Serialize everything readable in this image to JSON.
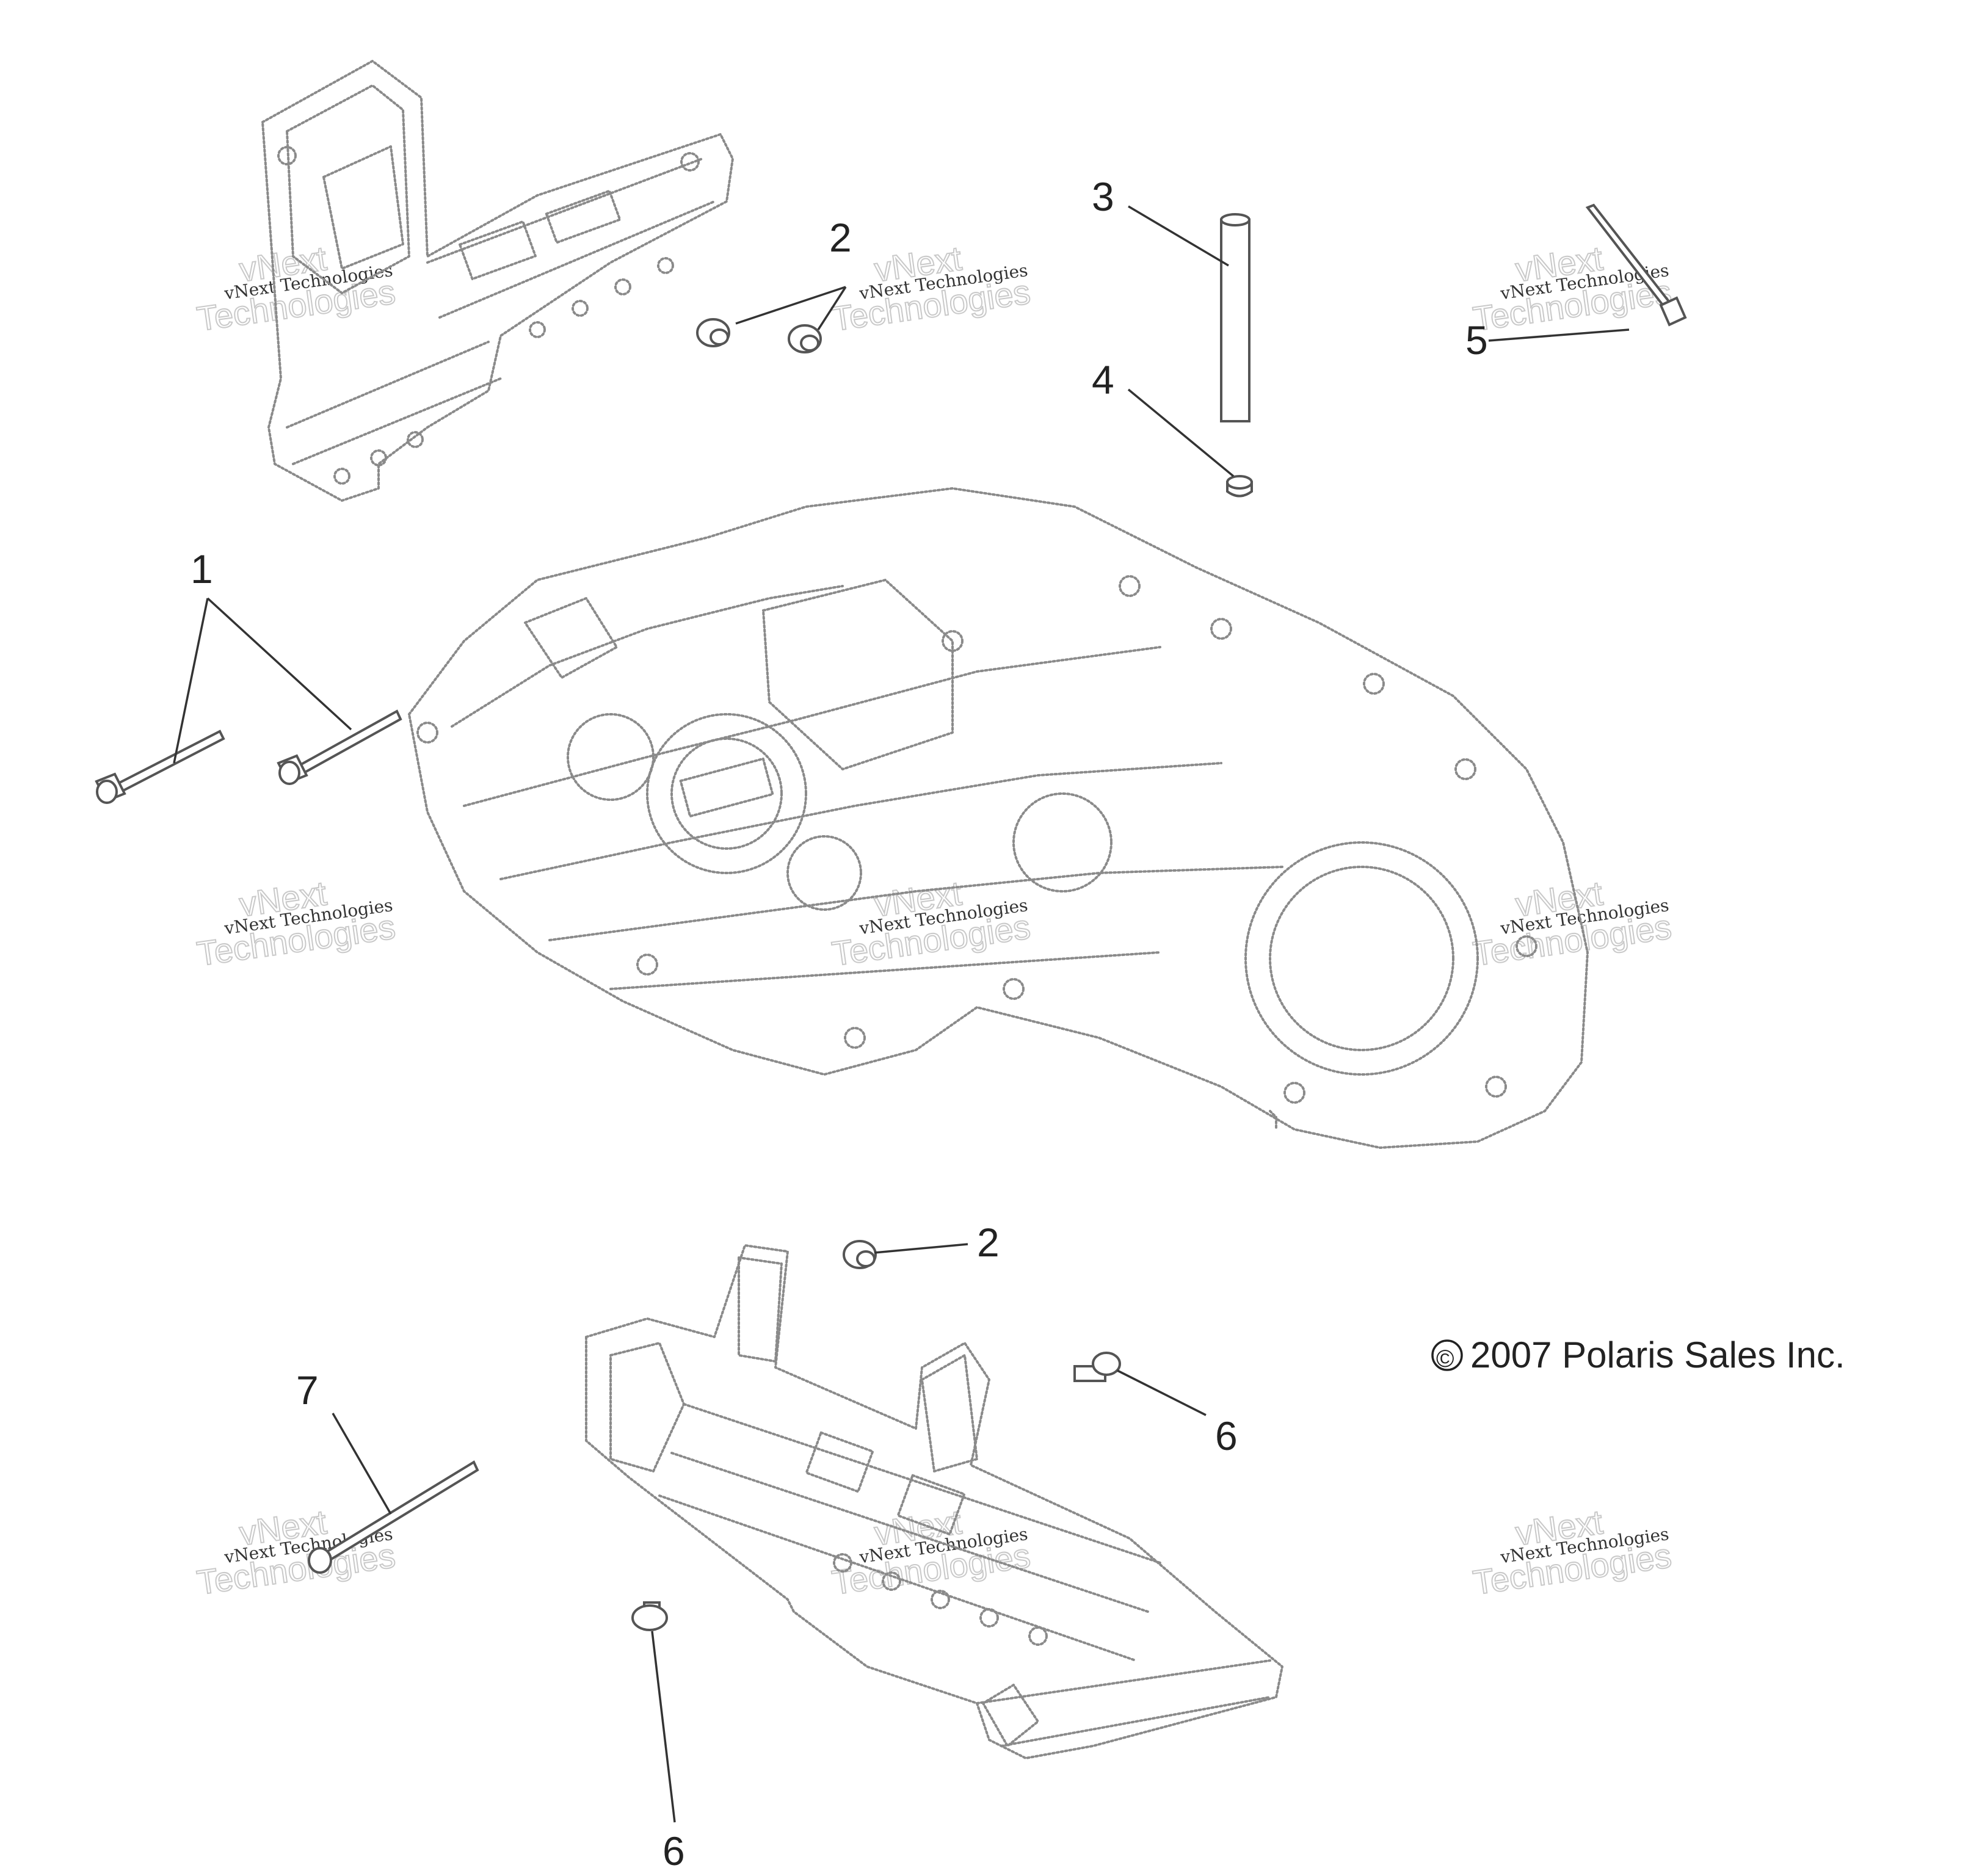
{
  "callouts": {
    "c1": "1",
    "c2a": "2",
    "c2b": "2",
    "c3": "3",
    "c4": "4",
    "c5": "5",
    "c6a": "6",
    "c6b": "6",
    "c7": "7"
  },
  "copyright": "2007 Polaris Sales Inc.",
  "copyright_symbol": "©",
  "watermark": {
    "brand_line1": "vNext",
    "brand_line2": "Technologies",
    "small": "vNext Technologies"
  }
}
